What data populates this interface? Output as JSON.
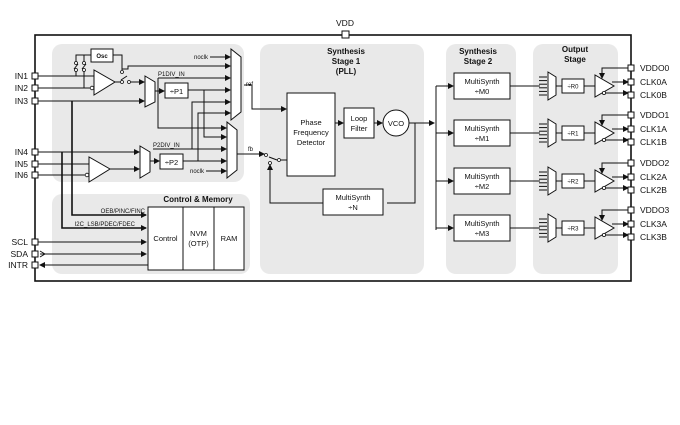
{
  "diagram": {
    "supply_label": "VDD",
    "inputs": {
      "clock_inputs": [
        "IN1",
        "IN2",
        "IN3",
        "IN4",
        "IN5",
        "IN6"
      ],
      "control_pins": [
        "SCL",
        "SDA",
        "INTR"
      ]
    },
    "input_stage": {
      "osc_label": "Osc",
      "p1_label": "÷P1",
      "p2_label": "÷P2",
      "p1div_label": "P1DIV_IN",
      "p2div_label": "P2DIV_IN",
      "noclk_label": "noclk",
      "ref_label": "ref",
      "fb_label": "fb"
    },
    "control_memory": {
      "title": "Control & Memory",
      "signal1": "OEB/PINC/FINC",
      "signal2": "I2C_LSB/PDEC/FDEC",
      "control_label": "Control",
      "nvm_line1": "NVM",
      "nvm_line2": "(OTP)",
      "ram_label": "RAM"
    },
    "stage1": {
      "title_line1": "Synthesis",
      "title_line2": "Stage 1",
      "title_line3": "(PLL)",
      "pfd_line1": "Phase",
      "pfd_line2": "Frequency",
      "pfd_line3": "Detector",
      "loop_line1": "Loop",
      "loop_line2": "Filter",
      "vco_label": "VCO",
      "msn_line1": "MultiSynth",
      "msn_line2": "÷N"
    },
    "stage2": {
      "title_line1": "Synthesis",
      "title_line2": "Stage 2",
      "multisynths": [
        {
          "line1": "MultiSynth",
          "line2": "÷M0"
        },
        {
          "line1": "MultiSynth",
          "line2": "÷M1"
        },
        {
          "line1": "MultiSynth",
          "line2": "÷M2"
        },
        {
          "line1": "MultiSynth",
          "line2": "÷M3"
        }
      ]
    },
    "output_stage": {
      "title_line1": "Output",
      "title_line2": "Stage",
      "dividers": [
        "÷R0",
        "÷R1",
        "÷R2",
        "÷R3"
      ]
    },
    "outputs": [
      {
        "vddo": "VDDO0",
        "clka": "CLK0A",
        "clkb": "CLK0B"
      },
      {
        "vddo": "VDDO1",
        "clka": "CLK1A",
        "clkb": "CLK1B"
      },
      {
        "vddo": "VDDO2",
        "clka": "CLK2A",
        "clkb": "CLK2B"
      },
      {
        "vddo": "VDDO3",
        "clka": "CLK3A",
        "clkb": "CLK3B"
      }
    ]
  }
}
